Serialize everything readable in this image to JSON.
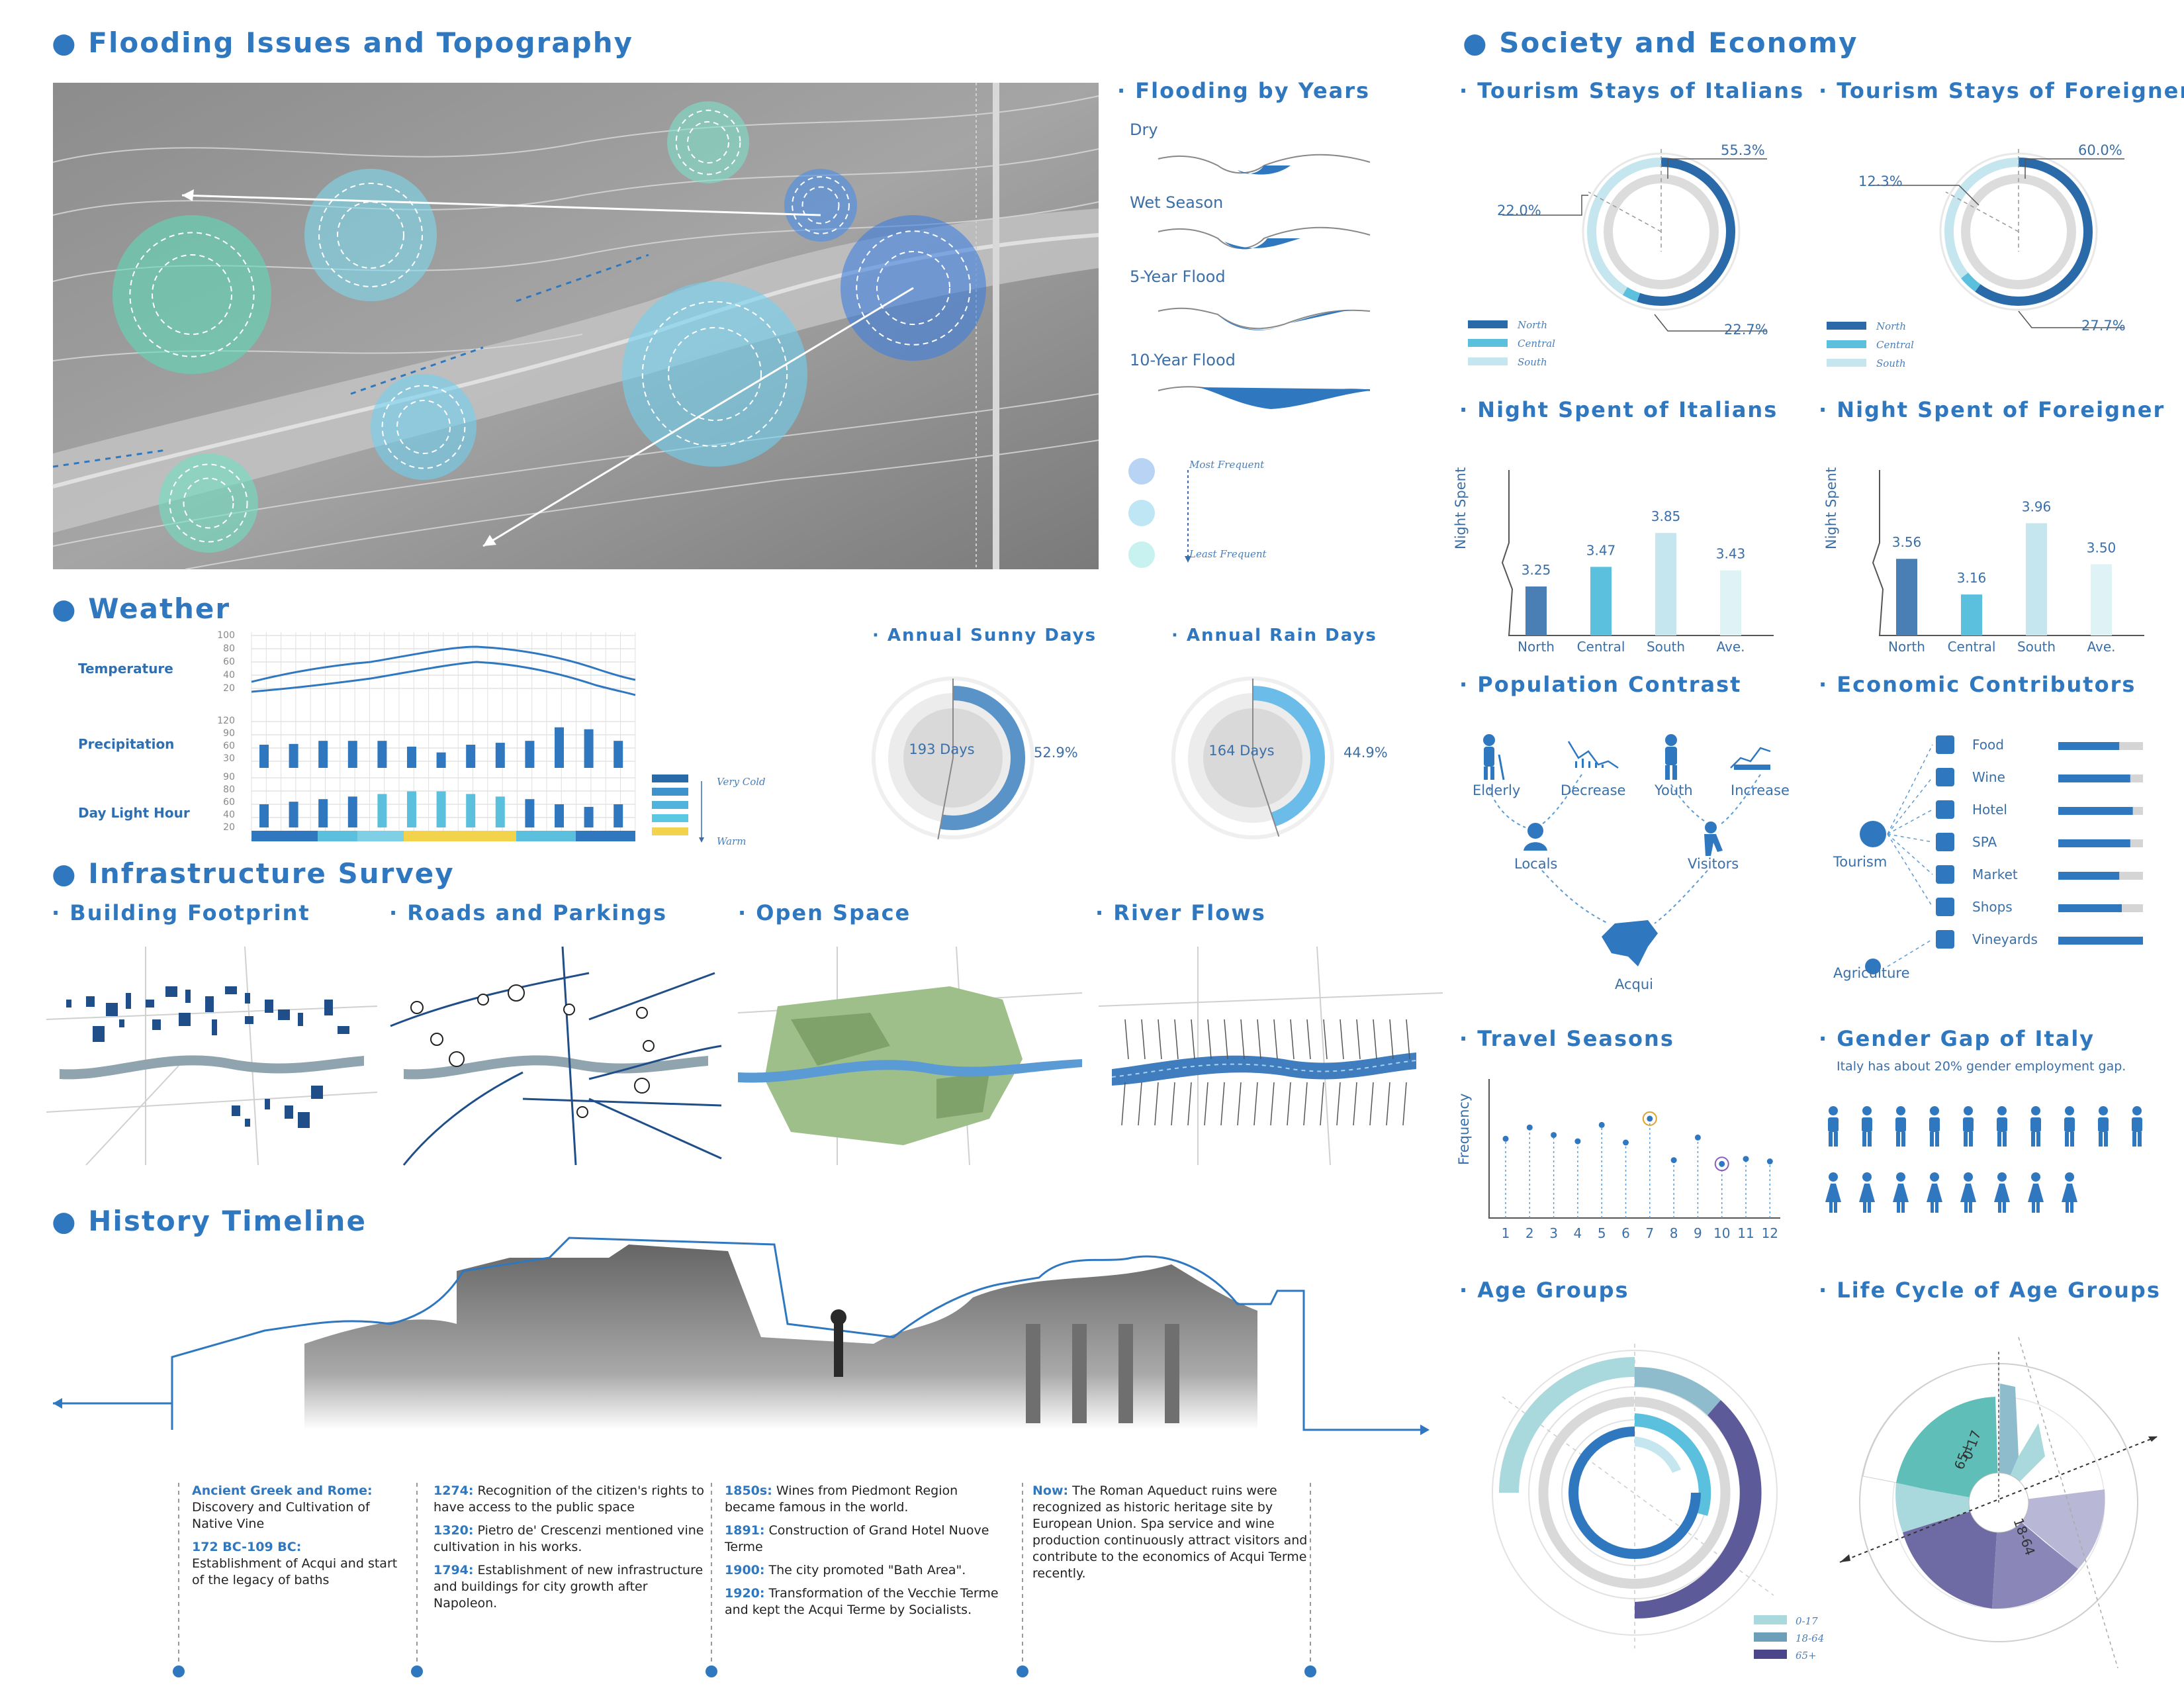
{
  "colors": {
    "accent": "#2f78c0",
    "dark": "#2b6aa8",
    "mid": "#5bc0de",
    "light": "#c5e6ee",
    "teal": "#58c9b4"
  },
  "sections": {
    "flooding": "Flooding Issues and Topography",
    "society": "Society and Economy",
    "weather": "Weather",
    "infrastructure": "Infrastructure Survey",
    "history": "History Timeline"
  },
  "flooding_years": {
    "title": "· Flooding by Years",
    "items": [
      "Dry",
      "Wet Season",
      "5-Year Flood",
      "10-Year Flood"
    ],
    "legend": {
      "most": "Most Frequent",
      "least": "Least Frequent"
    }
  },
  "weather": {
    "rows": [
      "Temperature",
      "Precipitation",
      "Day Light Hour"
    ],
    "temp_ticks": [
      "100",
      "80",
      "60",
      "40",
      "20"
    ],
    "precip_ticks": [
      "120",
      "90",
      "60",
      "30"
    ],
    "day_ticks": [
      "90",
      "80",
      "60",
      "40",
      "20"
    ],
    "precip_values": [
      60,
      62,
      70,
      70,
      70,
      55,
      40,
      60,
      65,
      70,
      105,
      100,
      70
    ],
    "daylight_values": [
      45,
      50,
      55,
      60,
      65,
      70,
      70,
      65,
      60,
      55,
      45,
      40,
      45
    ],
    "legend_top": "Very Cold",
    "legend_bottom": "Warm",
    "sunny": {
      "title": "· Annual Sunny Days",
      "center": "193 Days",
      "pct": "52.9%",
      "value": 52.9
    },
    "rain": {
      "title": "· Annual Rain Days",
      "center": "164 Days",
      "pct": "44.9%",
      "value": 44.9
    }
  },
  "infra": {
    "titles": [
      "· Building Footprint",
      "· Roads and Parkings",
      "· Open Space",
      "· River Flows"
    ]
  },
  "tourism": {
    "italians": {
      "title": "· Tourism Stays of Italians",
      "north": "55.3%",
      "central": "22.0%",
      "south": "22.7%"
    },
    "foreigners": {
      "title": "· Tourism Stays of Foreigner",
      "north": "60.0%",
      "central": "12.3%",
      "south": "27.7%"
    },
    "legend": [
      "North",
      "Central",
      "South"
    ]
  },
  "nights": {
    "italians": {
      "title": "· Night Spent of Italians",
      "labels": [
        "3.25",
        "3.47",
        "3.85",
        "3.43"
      ],
      "values": [
        3.25,
        3.47,
        3.85,
        3.43
      ]
    },
    "foreigners": {
      "title": "· Night Spent of Foreigner",
      "labels": [
        "3.56",
        "3.16",
        "3.96",
        "3.50"
      ],
      "values": [
        3.56,
        3.16,
        3.96,
        3.5
      ]
    },
    "categories": [
      "North",
      "Central",
      "South",
      "Ave."
    ],
    "ylabel": "Night Spent"
  },
  "population": {
    "title": "· Population Contrast",
    "items": [
      "Elderly",
      "Decrease",
      "Youth",
      "Increase",
      "Locals",
      "Visitors",
      "Acqui"
    ]
  },
  "economic": {
    "title": "· Economic Contributors",
    "items": [
      "Food",
      "Wine",
      "Hotel",
      "SPA",
      "Market",
      "Shops",
      "Vineyards"
    ],
    "values": [
      0.72,
      0.85,
      0.88,
      0.85,
      0.72,
      0.75,
      1.0
    ],
    "tourism": "Tourism",
    "agriculture": "Agriculture"
  },
  "travel": {
    "title": "· Travel Seasons",
    "ylabel": "Frequency",
    "months": [
      "1",
      "2",
      "3",
      "4",
      "5",
      "6",
      "7",
      "8",
      "9",
      "10",
      "11",
      "12"
    ],
    "values": [
      0.63,
      0.72,
      0.66,
      0.61,
      0.74,
      0.6,
      0.79,
      0.46,
      0.64,
      0.43,
      0.47,
      0.45
    ]
  },
  "gender": {
    "title": "· Gender Gap of Italy",
    "note": "Italy has about 20% gender employment gap.",
    "men": 10,
    "women": 8
  },
  "age": {
    "title": "· Age Groups",
    "legend": [
      "0-17",
      "18-64",
      "65+"
    ]
  },
  "lifecycle": {
    "title": "· Life Cycle of Age Groups",
    "labels": [
      "0-17",
      "18-64",
      "65+"
    ]
  },
  "timeline": {
    "col1": [
      {
        "head": "Ancient Greek and Rome:",
        "body": "Discovery and Cultivation of Native Vine"
      },
      {
        "head": "172 BC-109 BC:",
        "body": "Establishment of Acqui and start of the legacy of baths"
      }
    ],
    "col2": [
      {
        "head": "1274:",
        "body": " Recognition of the citizen's rights to have access to the public space"
      },
      {
        "head": "1320:",
        "body": " Pietro de' Crescenzi mentioned vine cultivation in his works."
      },
      {
        "head": "1794:",
        "body": " Establishment of new infrastructure and buildings for city growth after Napoleon."
      }
    ],
    "col3": [
      {
        "head": "1850s:",
        "body": " Wines from Piedmont Region became famous in the world."
      },
      {
        "head": "1891:",
        "body": " Construction of Grand Hotel Nuove Terme"
      },
      {
        "head": "1900:",
        "body": " The city promoted \"Bath Area\"."
      },
      {
        "head": "1920:",
        "body": " Transformation of the Vecchie Terme and kept the Acqui Terme by Socialists."
      }
    ],
    "col4": [
      {
        "head": "Now:",
        "body": " The Roman Aqueduct ruins were recognized as historic heritage site by European Union. Spa service and wine production continuously attract visitors and contribute to the economics of Acqui Terme recently."
      }
    ]
  }
}
